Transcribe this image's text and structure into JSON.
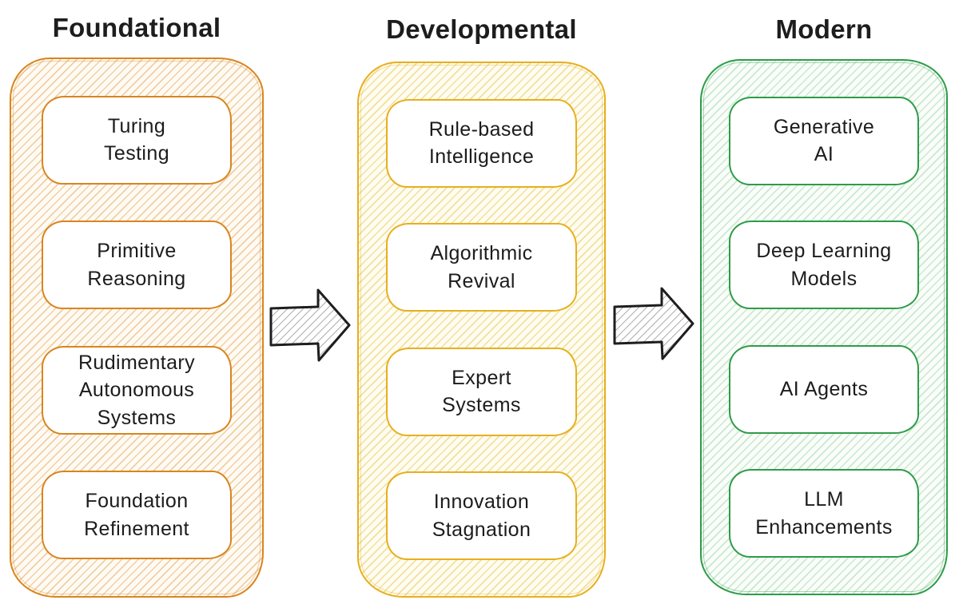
{
  "page": {
    "background_color": "#ffffff",
    "title_color": "#1d1d1d",
    "node_text_color": "#1c1c1c"
  },
  "columns": [
    {
      "title": "Foundational",
      "stroke_color": "#D9851F",
      "hatch_color": "#F0CFA6",
      "fill_color": "#FFFBF4",
      "items": [
        {
          "label": "Turing\nTesting"
        },
        {
          "label": "Primitive\nReasoning"
        },
        {
          "label": "Rudimentary\nAutonomous\nSystems"
        },
        {
          "label": "Foundation\nRefinement"
        }
      ]
    },
    {
      "title": "Developmental",
      "stroke_color": "#E8AF1D",
      "hatch_color": "#F2DF9C",
      "fill_color": "#FFFDF2",
      "items": [
        {
          "label": "Rule-based\nIntelligence"
        },
        {
          "label": "Algorithmic\nRevival"
        },
        {
          "label": "Expert\nSystems"
        },
        {
          "label": "Innovation\nStagnation"
        }
      ]
    },
    {
      "title": "Modern",
      "stroke_color": "#2E9C48",
      "hatch_color": "#C9E8CE",
      "fill_color": "#FAFDFA",
      "items": [
        {
          "label": "Generative\nAI"
        },
        {
          "label": "Deep Learning\nModels"
        },
        {
          "label": "AI Agents"
        },
        {
          "label": "LLM\nEnhancements"
        }
      ]
    }
  ],
  "arrows": {
    "count": 2,
    "direction": "right",
    "stroke_color": "#1E1E1E",
    "hatch_color": "#9B9B9B"
  }
}
